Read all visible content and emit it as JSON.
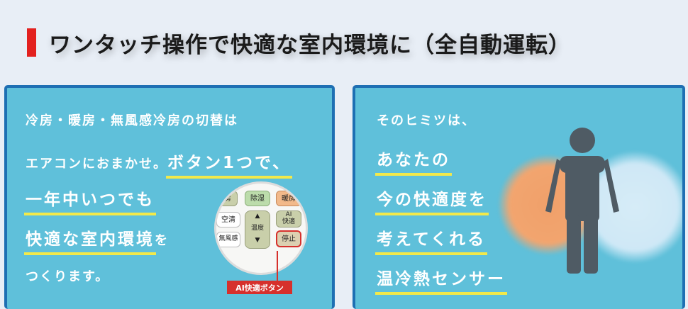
{
  "header": {
    "title": "ワンタッチ操作で快適な室内環境に（全自動運転）",
    "accent_color": "#e3211f"
  },
  "left_panel": {
    "line1": "冷房・暖房・無風感冷房の切替は",
    "line2_plain": "エアコンにおまかせ。",
    "line2_highlight": "ボタン1つで、",
    "line3": "一年中いつでも",
    "line4_highlight": "快適な室内環境",
    "line4_suffix": "を",
    "line5": "つくります。",
    "remote": {
      "buttons": [
        "冷房",
        "除湿",
        "暖房",
        "空清",
        "▲",
        "AI\n快適",
        "無風感",
        "温度",
        "停止",
        "▼"
      ],
      "callout": "AI快適ボタン"
    }
  },
  "right_panel": {
    "line1": "そのヒミツは、",
    "line2": "あなたの",
    "line3": "今の快適度を",
    "line4": "考えてくれる",
    "line5": "温冷熱センサー",
    "person_icon": "person-icon"
  },
  "colors": {
    "panel_bg": "#5fc0da",
    "panel_border": "#1e6fb3",
    "highlight": "#f2e94a",
    "warm": "#f2a56f",
    "cool": "#cfe8f6"
  }
}
